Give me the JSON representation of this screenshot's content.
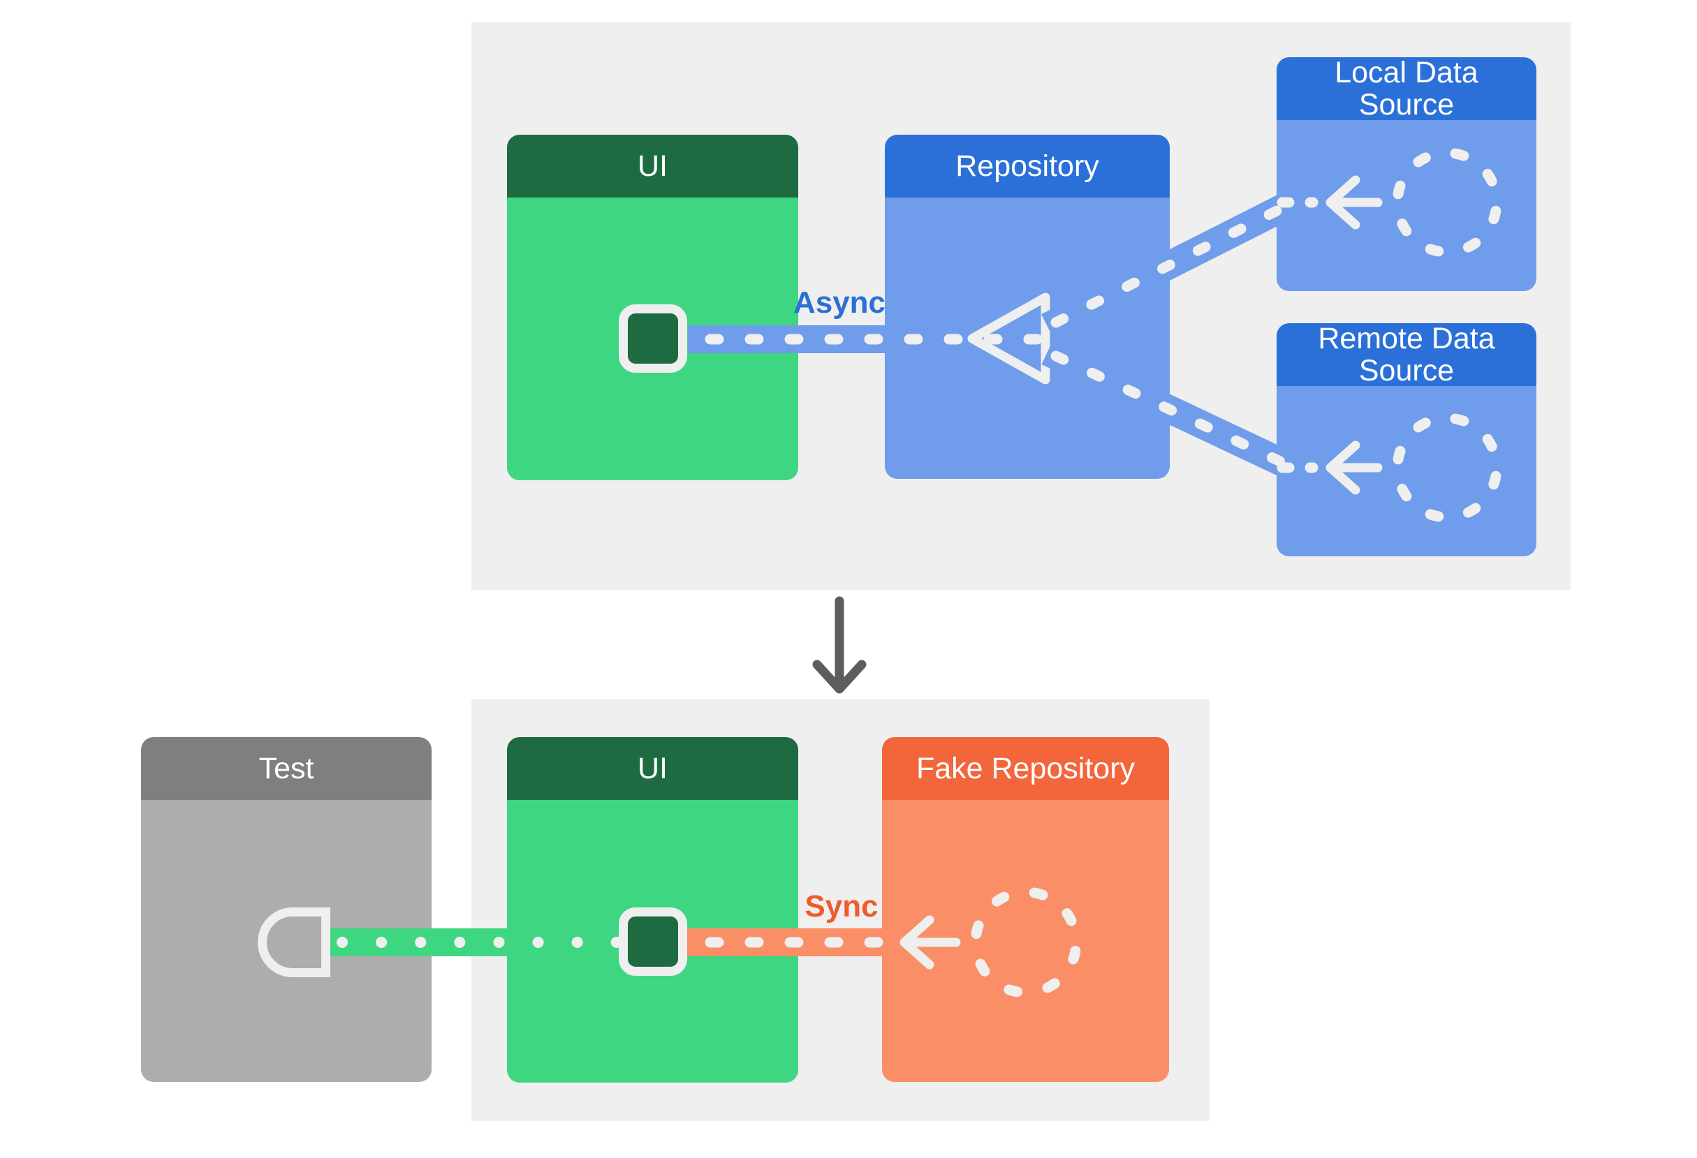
{
  "panels": {
    "top": {
      "ui": {
        "title": "UI"
      },
      "repository": {
        "title": "Repository"
      },
      "local_data_source": {
        "title": "Local Data Source"
      },
      "remote_data_source": {
        "title": "Remote Data Source"
      },
      "connection_label": "Async"
    },
    "bottom": {
      "test": {
        "title": "Test"
      },
      "ui": {
        "title": "UI"
      },
      "fake_repository": {
        "title": "Fake Repository"
      },
      "connection_label": "Sync"
    }
  },
  "colors": {
    "panel_background": "#efefef",
    "green_header": "#1e6b42",
    "green_body": "#3fd682",
    "blue_header": "#2b70d9",
    "blue_body": "#6f9ceb",
    "orange_header": "#f3653a",
    "orange_body": "#f98e67",
    "gray_header": "#7f7f7f",
    "gray_body": "#adadad",
    "async_label_color": "#2b6fd6",
    "sync_label_color": "#f05b2d",
    "connector_stroke": "#efefef",
    "down_arrow": "#5d5d5d"
  }
}
